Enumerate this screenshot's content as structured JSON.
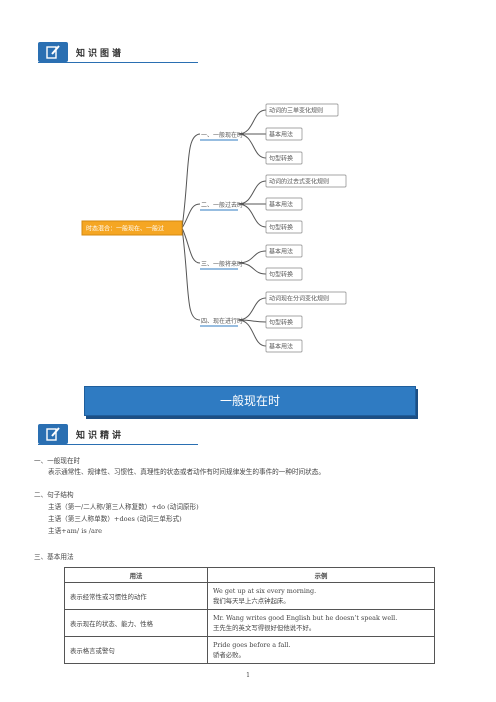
{
  "section1_header": {
    "title": "知识图谱"
  },
  "mindmap": {
    "root": "时态混合：一般现在、一般过",
    "branches": [
      {
        "label": "一、一般现在时",
        "children": [
          "动词的三单变化规则",
          "基本用法",
          "句型转换"
        ]
      },
      {
        "label": "二、一般过去时",
        "children": [
          "动词的过去式变化规则",
          "基本用法",
          "句型转换"
        ]
      },
      {
        "label": "三、一般将来时",
        "children": [
          "基本用法",
          "句型转换"
        ]
      },
      {
        "label": "四、现在进行时",
        "children": [
          "动词现在分词变化规则",
          "句型转换",
          "基本用法"
        ]
      }
    ]
  },
  "banner": {
    "title": "一般现在时"
  },
  "section2_header": {
    "title": "知识精讲"
  },
  "content": {
    "p1_heading": "一、一般现在时",
    "p1_body": "表示通常性、规律性、习惯性、真理性的状态或者动作有时间规律发生的事件的一种时间状态。",
    "p2_heading": "二、句子结构",
    "p2_line1": "主语（第一/二人称/第三人称复数）+do (动词原形)",
    "p2_line2": "主语（第三人称单数）+does (动词三单形式)",
    "p2_line3": "主语+am/ is /are",
    "p3_heading": "三、基本用法"
  },
  "table": {
    "headers": [
      "用法",
      "示例"
    ],
    "rows": [
      {
        "usage": "表示经常性或习惯性的动作",
        "example_en": "We get up at six every morning.",
        "example_cn": "我们每天早上六点钟起床。"
      },
      {
        "usage": "表示现在的状态、能力、性格",
        "example_en": "Mr. Wang writes good English but he doesn’t speak well.",
        "example_cn": "王先生的英文写得很好但他说不好。"
      },
      {
        "usage": "表示格言或警句",
        "example_en": "Pride goes before a fall.",
        "example_cn": "骄者必败。"
      }
    ]
  },
  "page_number": "1"
}
